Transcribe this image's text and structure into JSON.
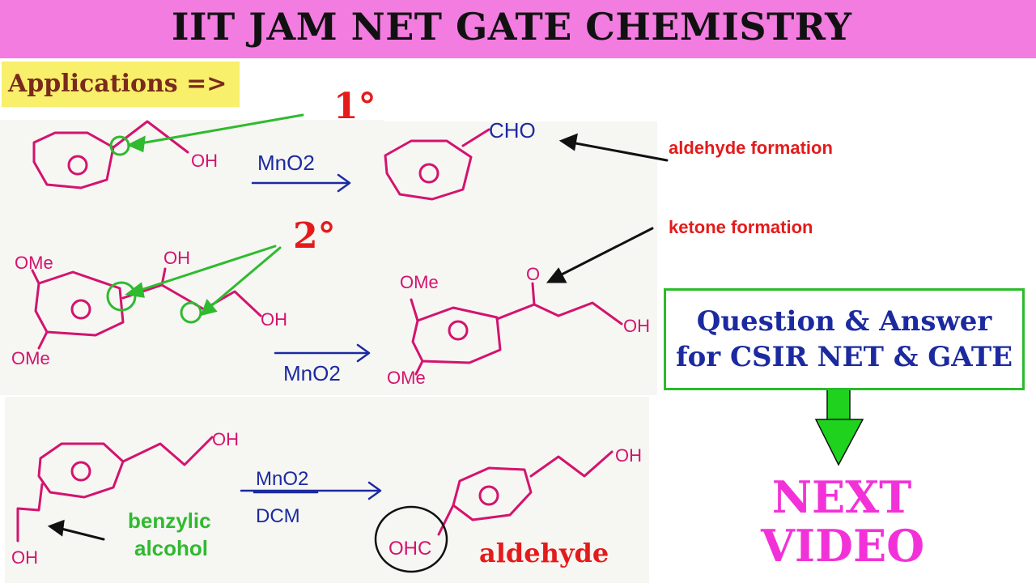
{
  "header": {
    "title": "IIT JAM NET GATE CHEMISTRY"
  },
  "section": {
    "label": "Applications =>"
  },
  "markers": {
    "primary": "1°",
    "secondary": "2°"
  },
  "reaction1": {
    "reactant_oh": "OH",
    "reagent": "MnO2",
    "product_group": "CHO",
    "note": "aldehyde formation"
  },
  "reaction2": {
    "ome_top": "OMe",
    "ome_bottom": "OMe",
    "oh_upper": "OH",
    "oh_end": "OH",
    "reagent": "MnO2",
    "product_ome_top": "OMe",
    "product_ome_bottom": "OMe",
    "product_o": "O",
    "product_oh": "OH",
    "note": "ketone formation"
  },
  "reaction3": {
    "reactant_oh_top": "OH",
    "reactant_oh_bottom": "OH",
    "reagent_top": "MnO2",
    "reagent_bottom": "DCM",
    "benzylic_line1": "benzylic",
    "benzylic_line2": "alcohol",
    "product_oh": "OH",
    "product_group": "OHC",
    "note": "aldehyde"
  },
  "promo": {
    "line1": "Question & Answer",
    "line2": "for CSIR NET & GATE",
    "next1": "NEXT",
    "next2": "VIDEO"
  },
  "colors": {
    "banner": "#f27ce0",
    "highlight": "#f8ef6a",
    "ink_structure": "#d4136e",
    "ink_reagent": "#1c2aa0",
    "annotation_red": "#e41b1b",
    "annotation_green": "#2fba2f"
  }
}
